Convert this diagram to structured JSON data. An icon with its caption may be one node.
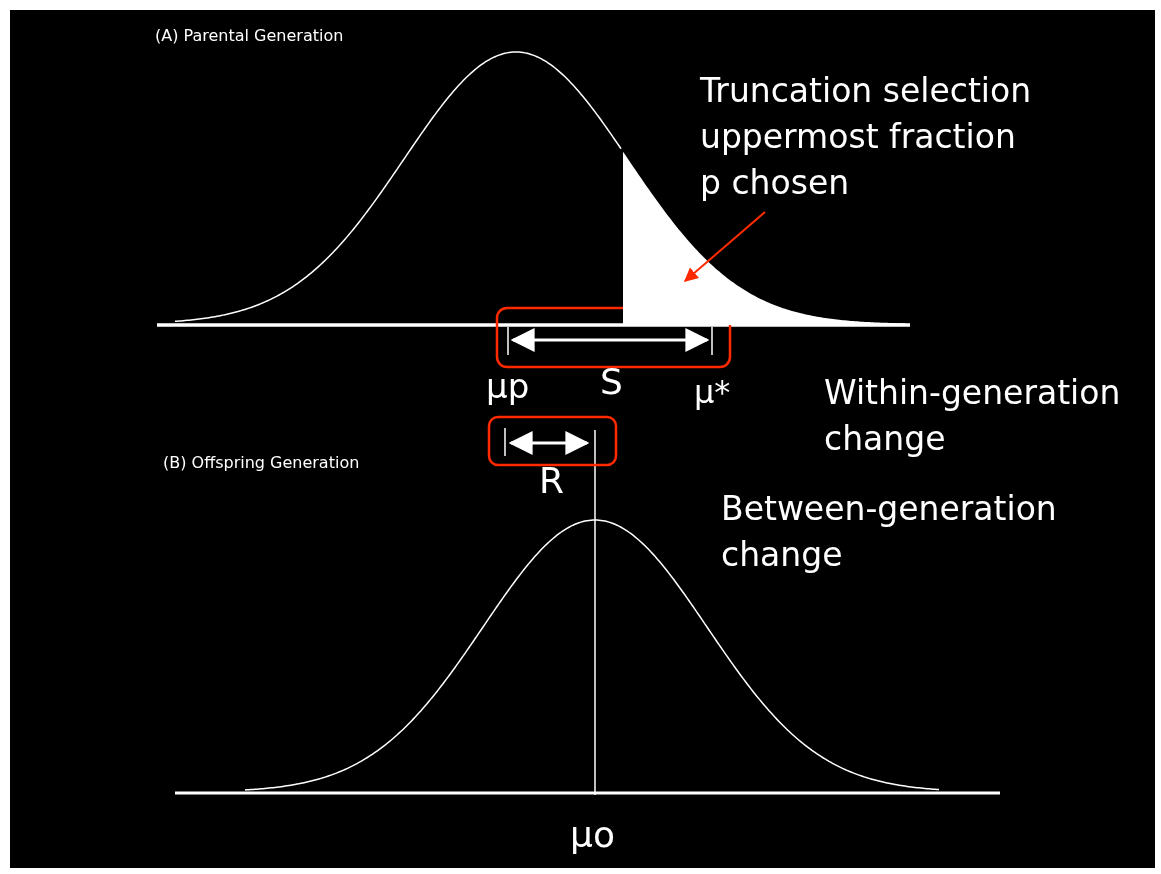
{
  "diagram": {
    "nodes": [
      {
        "text": [
          "Truncation selection uppermost fraction p chosen"
        ]
      },
      {
        "text": [],
        "shape": "area"
      }
    ],
    "edges": [
      {
        "from": 0,
        "to": 1,
        "arrow": "to"
      }
    ],
    "labels": [
      "(A) Parental Generation",
      "S",
      "μp",
      "μ*",
      "Within-generation change",
      "(B) Offspring Generation",
      "R",
      "Between-generation change",
      "μo"
    ]
  }
}
